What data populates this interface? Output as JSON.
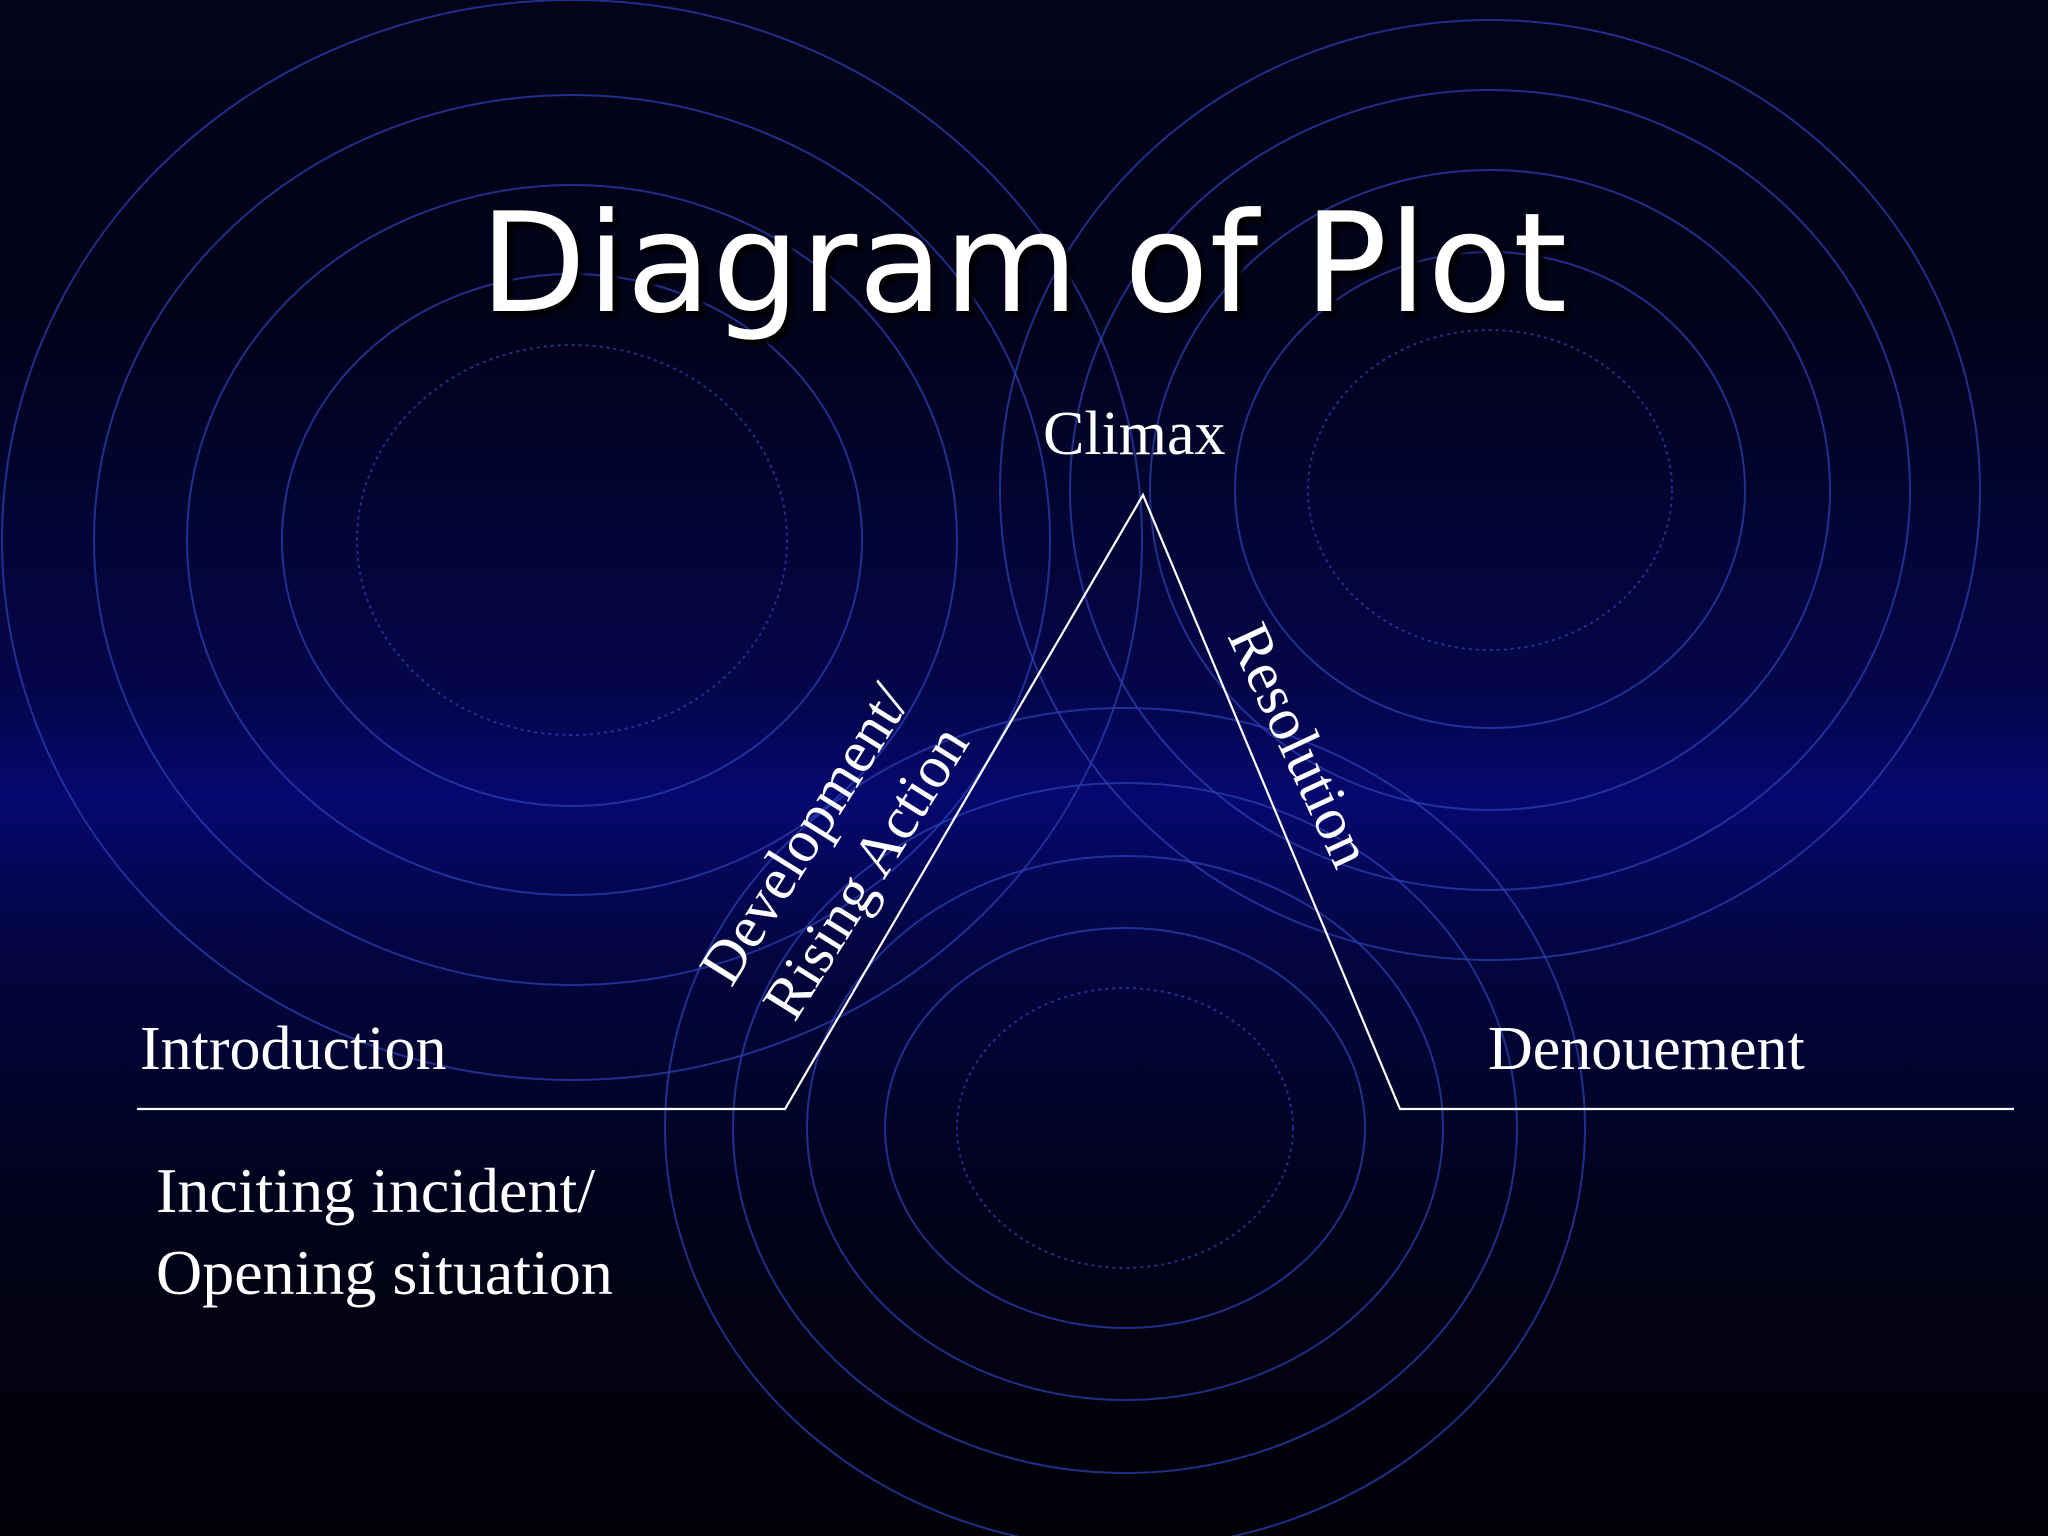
{
  "slide": {
    "title": "Diagram of Plot"
  },
  "diagram": {
    "climax": "Climax",
    "rising_action": {
      "line1": "Development/",
      "line2": "Rising Action"
    },
    "resolution": "Resolution",
    "introduction": "Introduction",
    "denouement": "Denouement",
    "inciting": {
      "line1": "Inciting incident/",
      "line2": "Opening situation"
    }
  },
  "colors": {
    "background_top": "#03031a",
    "background_mid": "#05086e",
    "ring": "#2a3fb0",
    "text": "#ffffff",
    "line": "#ffffff"
  }
}
